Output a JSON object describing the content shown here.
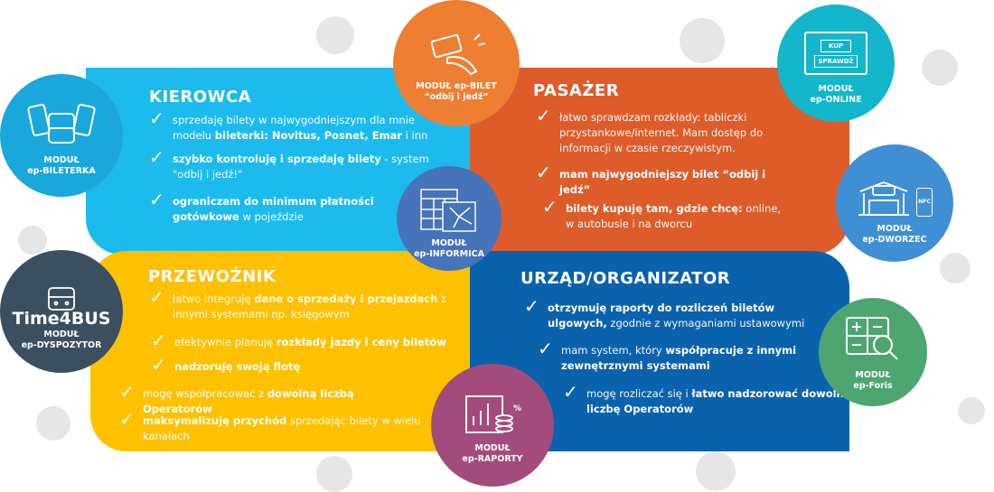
{
  "colors": {
    "kierowca": "#1dbbed",
    "pasazer": "#dd5c2a",
    "przewoznik": "#fdc100",
    "urzad": "#0a62ad"
  },
  "sections": {
    "kierowca": {
      "title": "KIEROWCA",
      "items": [
        [
          {
            "t": "sprzedaję bilety w najwygodniejszym dla mnie modelu "
          },
          {
            "t": "bileterki:  Novitus, Posnet, Emar",
            "b": 1
          },
          {
            "t": " i inn"
          }
        ],
        [
          {
            "t": "szybko kontroluję i sprzedaję bilety",
            "b": 1
          },
          {
            "t": " - system \"odbij i jedź!\""
          }
        ],
        [
          {
            "t": "ograniczam do minimum płatności gotówkowe",
            "b": 1
          },
          {
            "t": " w pojeździe"
          }
        ]
      ]
    },
    "pasazer": {
      "title": "PASAŻER",
      "items": [
        [
          {
            "t": "łatwo sprawdzam rozkłady: tabliczki przystankowe/internet. Mam dostęp do informacji w czasie rzeczywistym."
          }
        ],
        [
          {
            "t": "mam najwygodniejszy bilet  “odbij i jedź”",
            "b": 1
          }
        ],
        [
          {
            "t": "bilety kupuję tam, gdzie chcę:",
            "b": 1
          },
          {
            "t": " online, w autobusie i na dworcu"
          }
        ]
      ]
    },
    "przewoznik": {
      "title": "PRZEWOŹNIK",
      "items": [
        [
          {
            "t": "łatwo integruję "
          },
          {
            "t": "dane o sprzedaży i przejazdach",
            "b": 1
          },
          {
            "t": " z innymi  systemami np. księgowym"
          }
        ],
        [
          {
            "t": "efektywnie planuję "
          },
          {
            "t": "rozkłady jazdy i ceny biletów",
            "b": 1
          }
        ],
        [
          {
            "t": "nadzoruję swoją flotę",
            "b": 1
          }
        ],
        [
          {
            "t": "mogę współpracować z "
          },
          {
            "t": "dowolną liczbą Operatorów",
            "b": 1
          }
        ],
        [
          {
            "t": "maksymalizuję przychód",
            "b": 1
          },
          {
            "t": " sprzedając bilety w wielu kanałach"
          }
        ]
      ]
    },
    "urzad": {
      "title": "URZĄD/ORGANIZATOR",
      "items": [
        [
          {
            "t": "otrzymuję raporty do rozliczeń biletów ulgowych,",
            "b": 1
          },
          {
            "t": " zgodnie z wymaganiami ustawowymi"
          }
        ],
        [
          {
            "t": "mam system, który "
          },
          {
            "t": "współpracuje z innymi zewnętrznymi systemami",
            "b": 1
          }
        ],
        [
          {
            "t": "mogę rozliczać się i "
          },
          {
            "t": "łatwo nadzorować dowolną liczbę Operatorów",
            "b": 1
          }
        ]
      ]
    }
  },
  "modules": {
    "bileterka": {
      "l1": "MODUŁ",
      "l2": "ep-BILETERKA",
      "color": "#1aa7dc"
    },
    "bilet": {
      "l1": "MODUŁ ep-BILET",
      "l2": "“odbij i jedź”",
      "color": "#ee7e31"
    },
    "online": {
      "l1": "MODUŁ",
      "l2": "ep-ONLINE",
      "color": "#13b6ca",
      "btn1": "KUP",
      "btn2": "SPRAWDŹ"
    },
    "informica": {
      "l1": "MODUŁ",
      "l2": "ep-INFORMICA",
      "color": "#4673b9"
    },
    "dworzec": {
      "l1": "MODUŁ",
      "l2": "ep-DWORZEC",
      "color": "#3f8fd5",
      "nfc": "NFC"
    },
    "dyspozytor": {
      "brand": "Time4BUS",
      "l1": "MODUŁ",
      "l2": "ep-DYSPOZYTOR",
      "color": "#3b4f5f"
    },
    "foris": {
      "l1": "MODUŁ",
      "l2": "ep-Foris",
      "color": "#4da670"
    },
    "raporty": {
      "l1": "MODUŁ",
      "l2": "ep-RAPORTY",
      "color": "#a34c7b"
    }
  }
}
